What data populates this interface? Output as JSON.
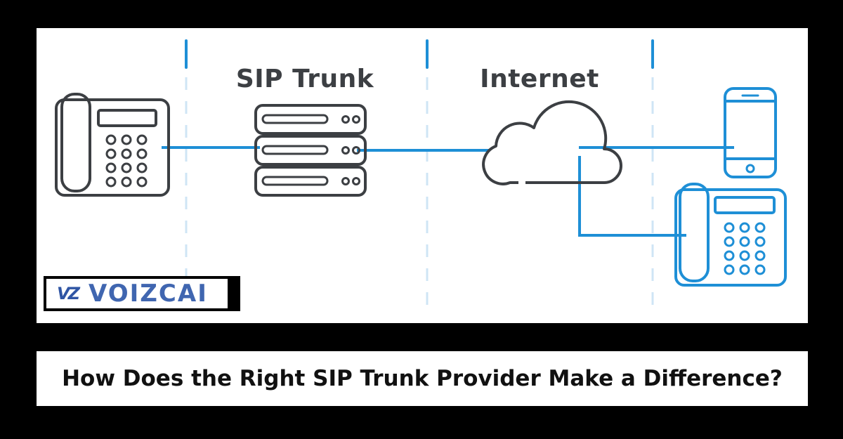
{
  "diagram": {
    "columns": [
      {
        "label": ""
      },
      {
        "label": "SIP Trunk"
      },
      {
        "label": "Internet"
      }
    ],
    "nodes": [
      {
        "name": "office-desk-phone",
        "icon": "desk-phone-icon"
      },
      {
        "name": "sip-trunk-server",
        "icon": "server-rack-icon"
      },
      {
        "name": "internet-cloud",
        "icon": "cloud-icon"
      },
      {
        "name": "remote-mobile-phone",
        "icon": "smartphone-icon"
      },
      {
        "name": "remote-desk-phone",
        "icon": "desk-phone-icon"
      }
    ],
    "colors": {
      "grey_outline": "#3c3f43",
      "blue_accent": "#1e8fd6",
      "divider": "#1e8fd6",
      "guide": "#cfe5f5"
    }
  },
  "logo": {
    "mark": "VZ",
    "text": "VOIZCAI",
    "colors": {
      "primary": "#2f55a4",
      "secondary": "#4066b0"
    }
  },
  "caption": {
    "text": "How Does the Right SIP Trunk Provider Make a Difference?"
  }
}
